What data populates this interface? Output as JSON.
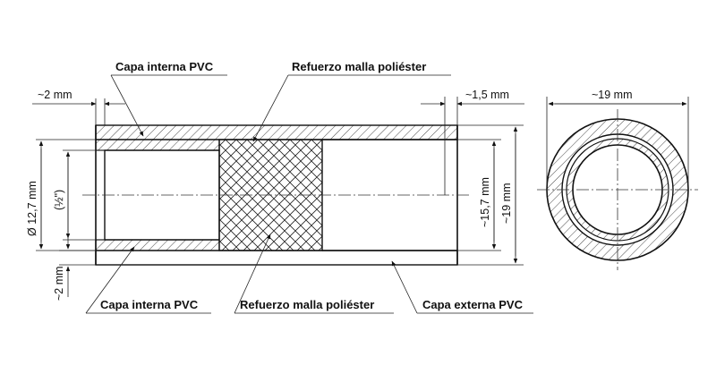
{
  "labels": {
    "inner_layer_top": "Capa interna PVC",
    "reinforcement_top": "Refuerzo malla poliéster",
    "inner_layer_bottom": "Capa interna PVC",
    "reinforcement_bottom": "Refuerzo malla poliéster",
    "outer_layer_bottom": "Capa externa PVC"
  },
  "dimensions": {
    "wall_top_left": "~2 mm",
    "wall_top_right": "~1,5 mm",
    "wall_bottom_left": "~2 mm",
    "inner_diameter": "Ø 12,7 mm",
    "inner_diameter_inch": "(½\")",
    "reinforcement_diameter": "~15,7 mm",
    "outer_diameter_side": "~19 mm",
    "outer_diameter_end": "~19 mm"
  },
  "colors": {
    "line": "#111111",
    "hatch": "#333333",
    "background": "#ffffff"
  }
}
